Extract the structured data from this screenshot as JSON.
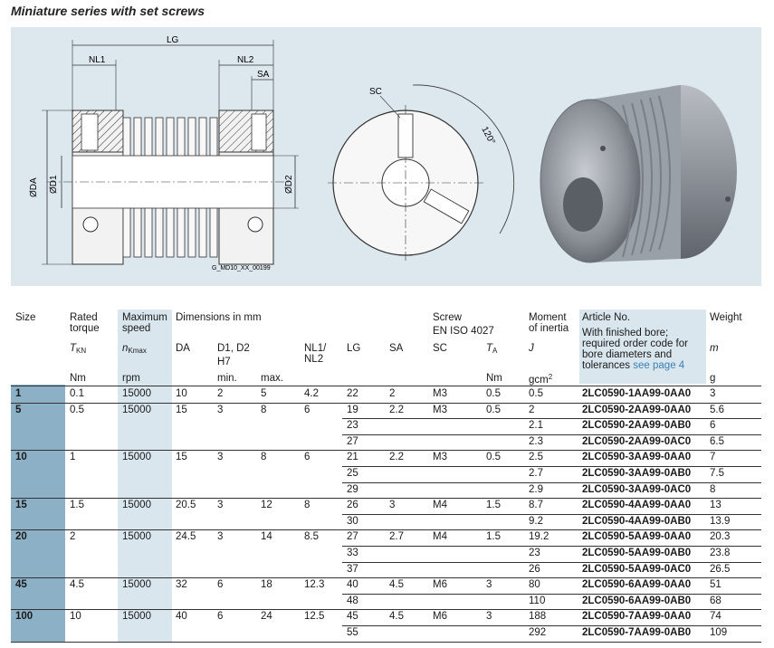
{
  "title": "Miniature series with set screws",
  "figure": {
    "dims": {
      "lg": "LG",
      "nl1": "NL1",
      "nl2": "NL2",
      "sa": "SA",
      "da": "ØDA",
      "d1": "ØD1",
      "d2": "ØD2",
      "sc": "SC",
      "angle": "120°"
    },
    "drawing_code": "G_MD10_XX_00199"
  },
  "headers": {
    "size": "Size",
    "rated_torque_1": "Rated",
    "rated_torque_2": "torque",
    "rated_torque_sym": "T",
    "rated_torque_sub": "KN",
    "rated_torque_unit": "Nm",
    "max_speed_1": "Maximum",
    "max_speed_2": "speed",
    "max_speed_sym": "n",
    "max_speed_sub": "Kmax",
    "max_speed_unit": "rpm",
    "dimensions": "Dimensions in mm",
    "da": "DA",
    "d1d2": "D1, D2",
    "h7": "H7",
    "min": "min.",
    "max": "max.",
    "nl1": "NL1/",
    "nl2": "NL2",
    "lg": "LG",
    "sa": "SA",
    "screw_1": "Screw",
    "screw_2": "EN ISO 4027",
    "sc": "SC",
    "ta_sym": "T",
    "ta_sub": "A",
    "ta_unit": "Nm",
    "moment_1": "Moment",
    "moment_2": "of inertia",
    "moment_sym": "J",
    "moment_unit": "gcm",
    "moment_unit_sup": "2",
    "article_1": "Article No.",
    "article_2": "With finished bore;",
    "article_3": "required order code for",
    "article_4": "bore diameters and",
    "article_5": "tolerances",
    "article_link": "see page 4",
    "weight": "Weight",
    "weight_sym": "m",
    "weight_unit": "g"
  },
  "rows": [
    {
      "size": "1",
      "torque": "0.1",
      "speed": "15000",
      "da": "10",
      "dmin": "2",
      "dmax": "5",
      "nl": "4.2",
      "lg": "22",
      "sa": "2",
      "sc": "M3",
      "ta": "0.5",
      "j": "0.5",
      "art": "2LC0590-1AA99-0AA0",
      "w": "3"
    },
    {
      "size": "5",
      "torque": "0.5",
      "speed": "15000",
      "da": "15",
      "dmin": "3",
      "dmax": "8",
      "nl": "6",
      "lg": "19",
      "sa": "2.2",
      "sc": "M3",
      "ta": "0.5",
      "j": "2",
      "art": "2LC0590-2AA99-0AA0",
      "w": "5.6"
    },
    {
      "lg": "23",
      "j": "2.1",
      "art": "2LC0590-2AA99-0AB0",
      "w": "6"
    },
    {
      "lg": "27",
      "j": "2.3",
      "art": "2LC0590-2AA99-0AC0",
      "w": "6.5"
    },
    {
      "size": "10",
      "torque": "1",
      "speed": "15000",
      "da": "15",
      "dmin": "3",
      "dmax": "8",
      "nl": "6",
      "lg": "21",
      "sa": "2.2",
      "sc": "M3",
      "ta": "0.5",
      "j": "2.5",
      "art": "2LC0590-3AA99-0AA0",
      "w": "7"
    },
    {
      "lg": "25",
      "j": "2.7",
      "art": "2LC0590-3AA99-0AB0",
      "w": "7.5"
    },
    {
      "lg": "29",
      "j": "2.9",
      "art": "2LC0590-3AA99-0AC0",
      "w": "8"
    },
    {
      "size": "15",
      "torque": "1.5",
      "speed": "15000",
      "da": "20.5",
      "dmin": "3",
      "dmax": "12",
      "nl": "8",
      "lg": "26",
      "sa": "3",
      "sc": "M4",
      "ta": "1.5",
      "j": "8.7",
      "art": "2LC0590-4AA99-0AA0",
      "w": "13"
    },
    {
      "lg": "30",
      "j": "9.2",
      "art": "2LC0590-4AA99-0AB0",
      "w": "13.9"
    },
    {
      "size": "20",
      "torque": "2",
      "speed": "15000",
      "da": "24.5",
      "dmin": "3",
      "dmax": "14",
      "nl": "8.5",
      "lg": "27",
      "sa": "2.7",
      "sc": "M4",
      "ta": "1.5",
      "j": "19.2",
      "art": "2LC0590-5AA99-0AA0",
      "w": "20.3"
    },
    {
      "lg": "33",
      "j": "23",
      "art": "2LC0590-5AA99-0AB0",
      "w": "23.8"
    },
    {
      "lg": "37",
      "j": "26",
      "art": "2LC0590-5AA99-0AC0",
      "w": "26.5"
    },
    {
      "size": "45",
      "torque": "4.5",
      "speed": "15000",
      "da": "32",
      "dmin": "6",
      "dmax": "18",
      "nl": "12.3",
      "lg": "40",
      "sa": "4.5",
      "sc": "M6",
      "ta": "3",
      "j": "80",
      "art": "2LC0590-6AA99-0AA0",
      "w": "51"
    },
    {
      "lg": "48",
      "j": "110",
      "art": "2LC0590-6AA99-0AB0",
      "w": "68"
    },
    {
      "size": "100",
      "torque": "10",
      "speed": "15000",
      "da": "40",
      "dmin": "6",
      "dmax": "24",
      "nl": "12.5",
      "lg": "45",
      "sa": "4.5",
      "sc": "M6",
      "ta": "3",
      "j": "188",
      "art": "2LC0590-7AA99-0AA0",
      "w": "74"
    },
    {
      "lg": "55",
      "j": "292",
      "art": "2LC0590-7AA99-0AB0",
      "w": "109"
    }
  ]
}
